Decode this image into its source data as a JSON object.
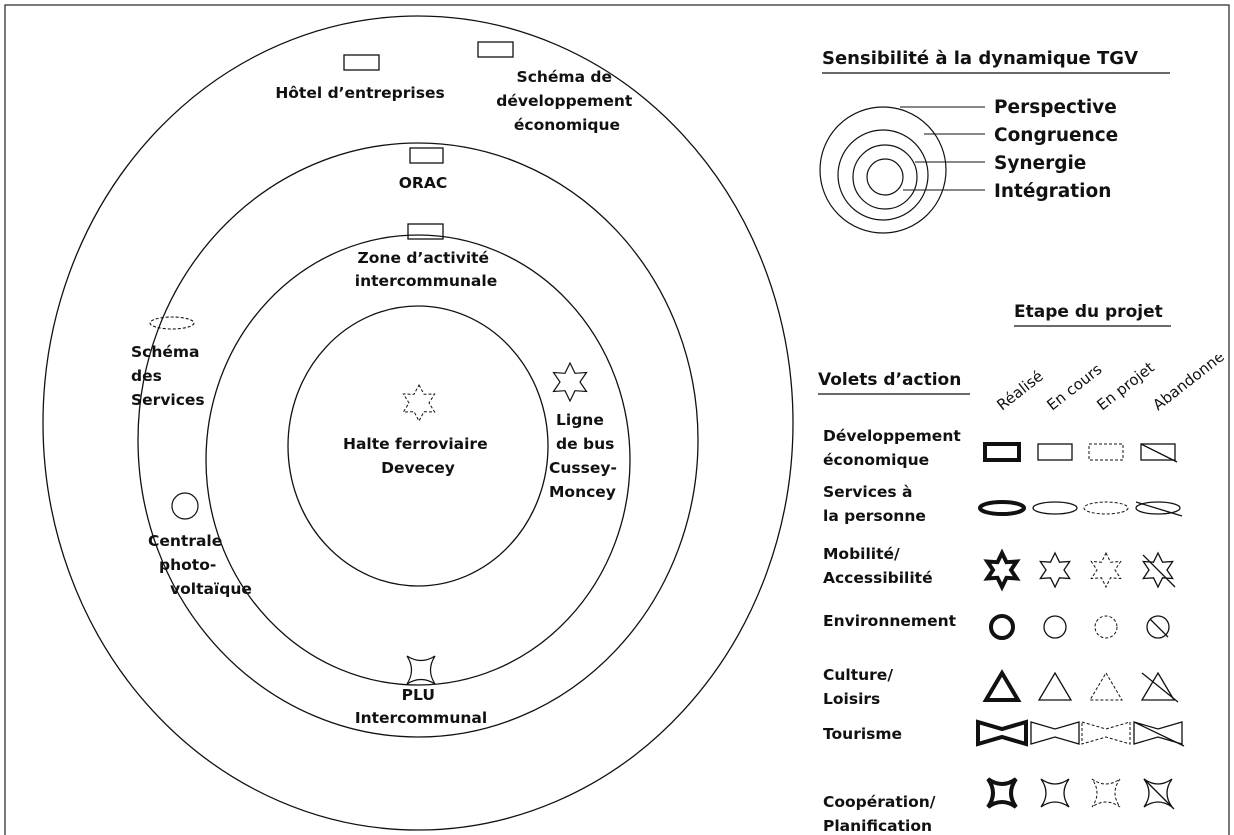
{
  "diagram": {
    "rings": [
      "Perspective",
      "Congruence",
      "Synergie",
      "Intégration"
    ],
    "projects": {
      "hotel": [
        "Hôtel d’entreprises"
      ],
      "schema_dev": [
        "Schéma de",
        "développement",
        "économique"
      ],
      "orac": [
        "ORAC"
      ],
      "zone": [
        "Zone d’activité",
        "intercommunale"
      ],
      "schema_services": [
        "Schéma",
        "des",
        "Services"
      ],
      "halte": [
        "Halte ferroviaire",
        "Devecey"
      ],
      "ligne_bus": [
        "Ligne",
        "de bus",
        "Cussey-",
        "Moncey"
      ],
      "centrale": [
        "Centrale",
        "photo-",
        "voltaïque"
      ],
      "plu": [
        "PLU",
        "Intercommunal"
      ]
    }
  },
  "legend": {
    "sensibilite_title": "Sensibilité à la dynamique TGV",
    "etape_title": "Etape du projet",
    "volets_title": "Volets d’action",
    "stages": [
      "Réalisé",
      "En cours",
      "En projet",
      "Abandonné"
    ],
    "volets": [
      {
        "lines": [
          "Développement",
          "économique"
        ],
        "symbol": "rectangle"
      },
      {
        "lines": [
          "Services à",
          "la personne"
        ],
        "symbol": "ellipse"
      },
      {
        "lines": [
          "Mobilité/",
          "Accessibilité"
        ],
        "symbol": "star"
      },
      {
        "lines": [
          "Environnement"
        ],
        "symbol": "circle"
      },
      {
        "lines": [
          "Culture/",
          "Loisirs"
        ],
        "symbol": "triangle"
      },
      {
        "lines": [
          "Tourisme"
        ],
        "symbol": "bowtie"
      },
      {
        "lines": [
          "Coopération/",
          "Planification"
        ],
        "symbol": "concave-square"
      }
    ]
  }
}
